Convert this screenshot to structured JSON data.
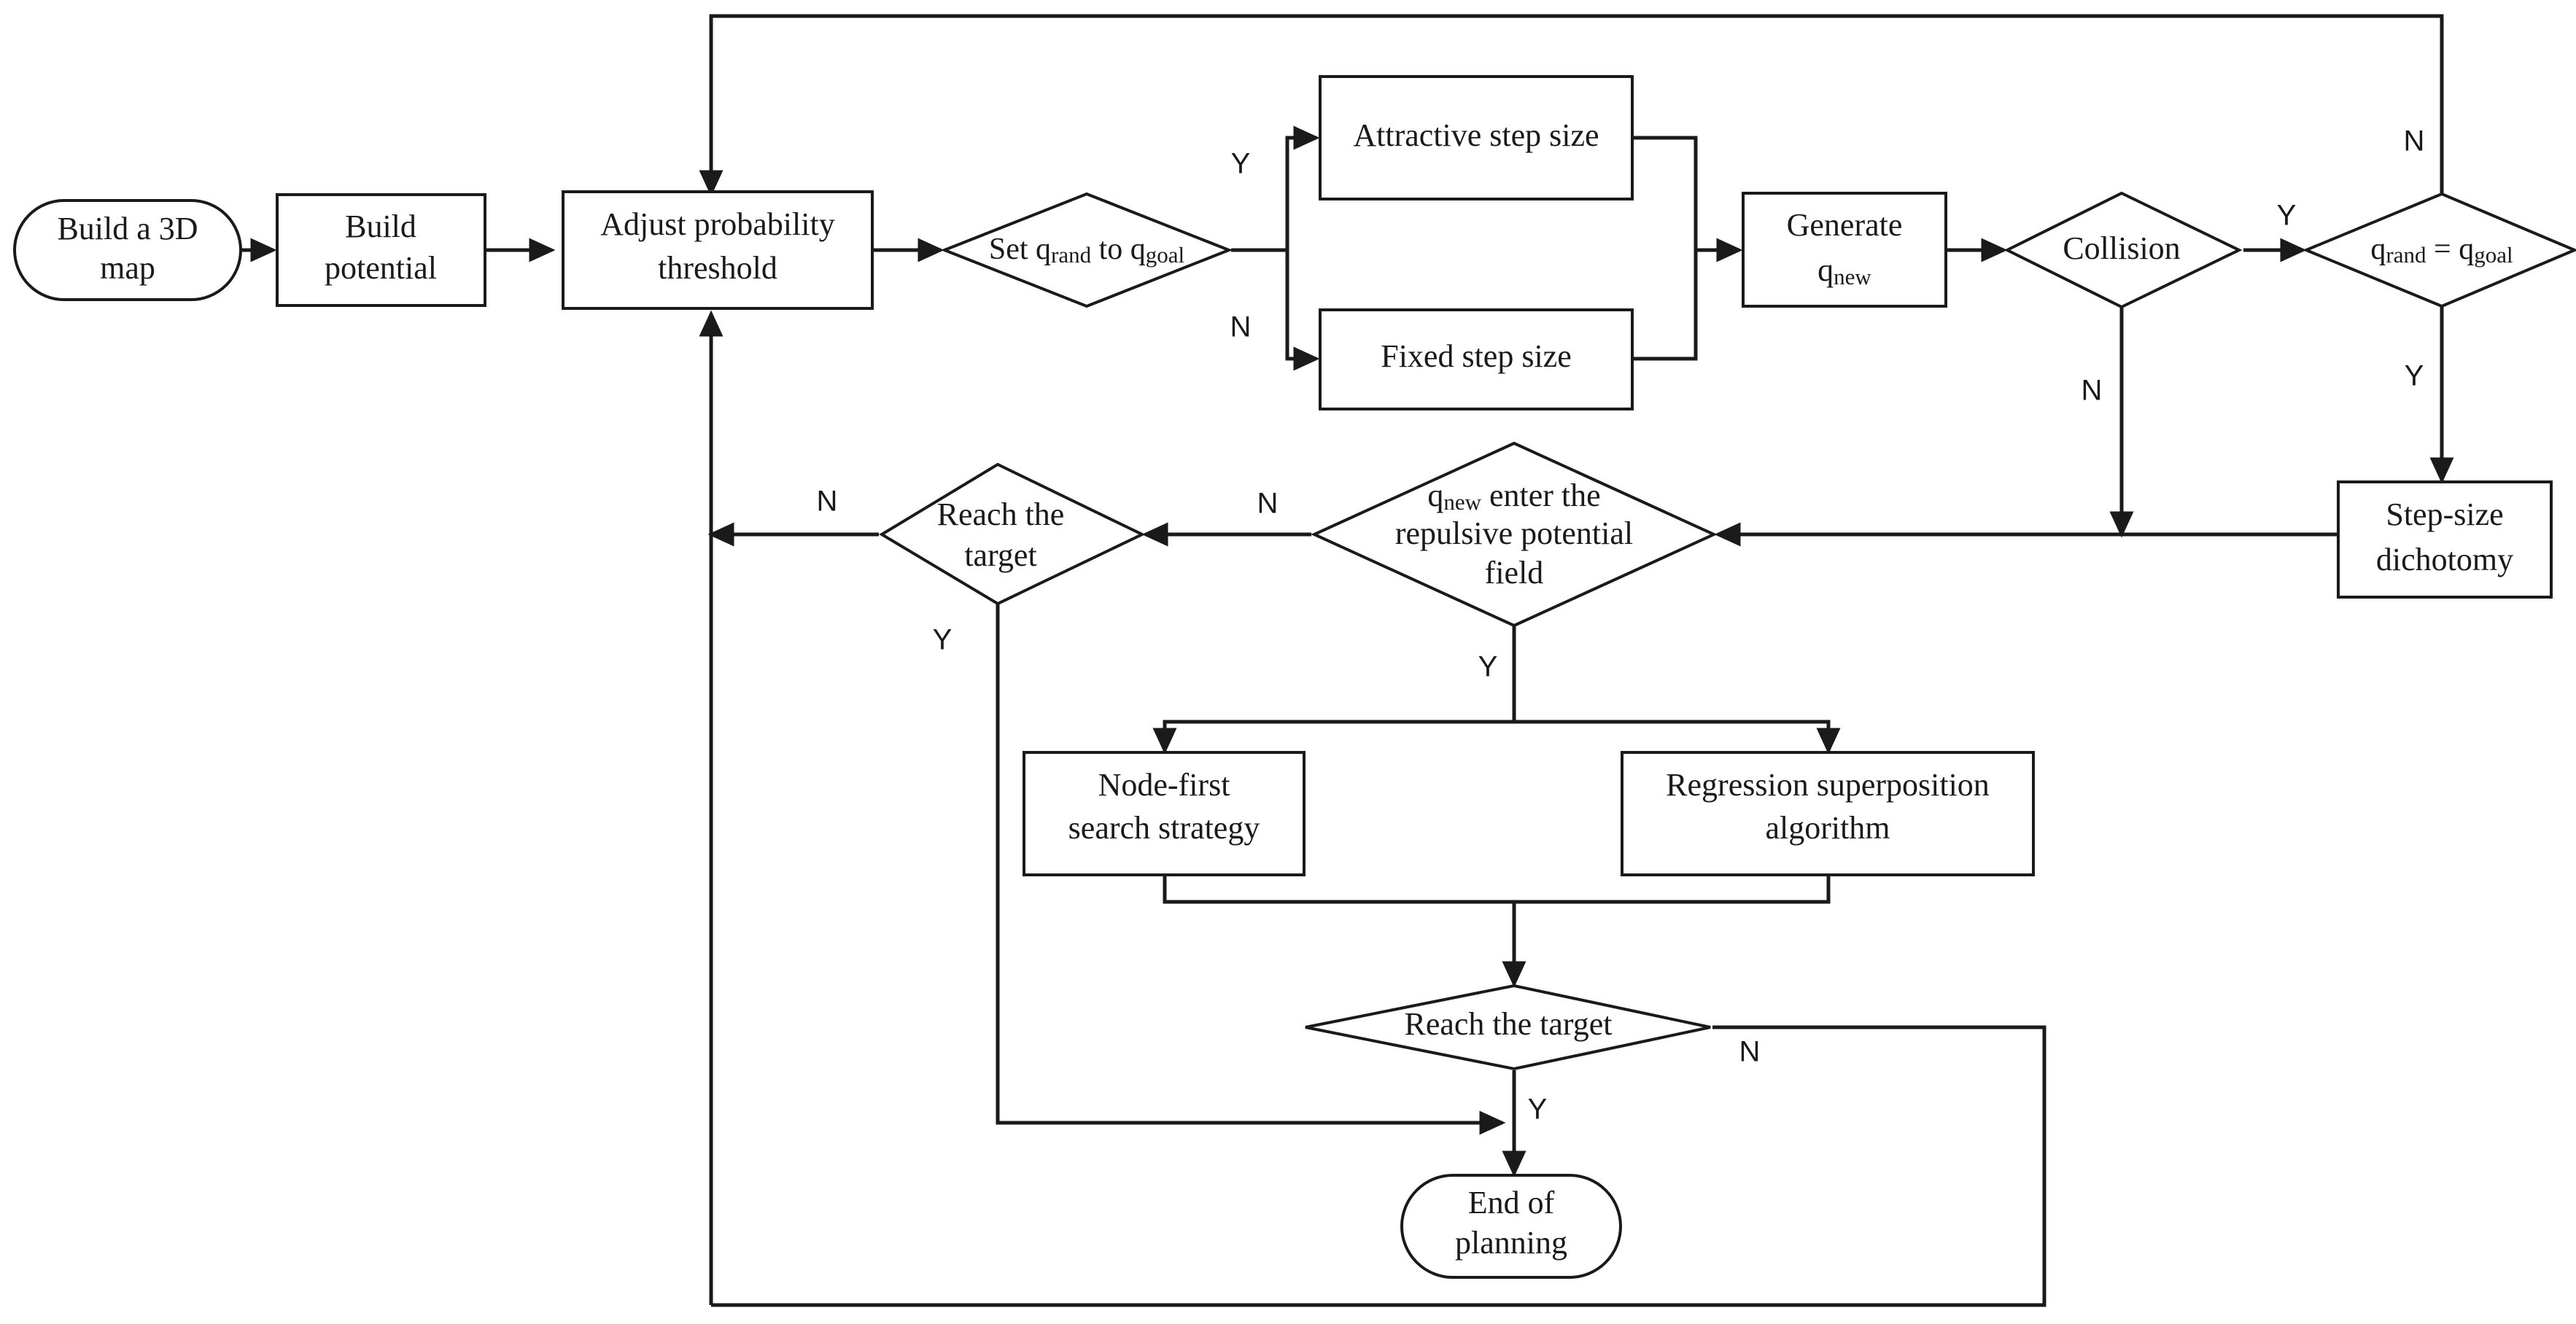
{
  "diagram": {
    "type": "flowchart",
    "title": "Improved RRT path planning flowchart",
    "background_color": "#ffffff",
    "line_color": "#1a1a1a",
    "nodes": [
      {
        "id": "start",
        "shape": "terminator",
        "lines": [
          "Build a 3D",
          "map"
        ]
      },
      {
        "id": "build_potential",
        "shape": "process",
        "lines": [
          "Build",
          "potential"
        ]
      },
      {
        "id": "adjust_threshold",
        "shape": "process",
        "lines": [
          "Adjust probability",
          "threshold"
        ]
      },
      {
        "id": "set_qrand",
        "shape": "decision",
        "lines": [
          "Set q",
          "rand",
          " to q",
          "goal"
        ],
        "text": "Set qrand to qgoal"
      },
      {
        "id": "attractive_step",
        "shape": "process",
        "lines": [
          "Attractive step size"
        ]
      },
      {
        "id": "fixed_step",
        "shape": "process",
        "lines": [
          "Fixed step size"
        ]
      },
      {
        "id": "generate_qnew",
        "shape": "process",
        "lines": [
          "Generate",
          "qnew"
        ],
        "text": "Generate qnew"
      },
      {
        "id": "collision",
        "shape": "decision",
        "lines": [
          "Collision"
        ]
      },
      {
        "id": "qrand_eq_qgoal",
        "shape": "decision",
        "lines": [
          "qrand = qgoal"
        ],
        "text": "qrand = qgoal"
      },
      {
        "id": "step_dichotomy",
        "shape": "process",
        "lines": [
          "Step-size",
          "dichotomy"
        ]
      },
      {
        "id": "qnew_repulsive",
        "shape": "decision",
        "lines": [
          "qnew enter the",
          "repulsive potential",
          "field"
        ],
        "text": "qnew enter the repulsive potential field"
      },
      {
        "id": "reach_target_1",
        "shape": "decision",
        "lines": [
          "Reach the",
          "target"
        ]
      },
      {
        "id": "node_first",
        "shape": "process",
        "lines": [
          "Node-first",
          "search strategy"
        ]
      },
      {
        "id": "regression",
        "shape": "process",
        "lines": [
          "Regression superposition",
          "algorithm"
        ]
      },
      {
        "id": "reach_target_2",
        "shape": "decision",
        "lines": [
          "Reach the target"
        ]
      },
      {
        "id": "end",
        "shape": "terminator",
        "lines": [
          "End of",
          "planning"
        ]
      }
    ],
    "edge_labels": [
      {
        "id": "set_qrand_yes",
        "text": "Y"
      },
      {
        "id": "set_qrand_no",
        "text": "N"
      },
      {
        "id": "collision_yes",
        "text": "Y"
      },
      {
        "id": "collision_no",
        "text": "N"
      },
      {
        "id": "qrand_eq_no",
        "text": "N"
      },
      {
        "id": "qrand_eq_yes",
        "text": "Y"
      },
      {
        "id": "repulsive_no",
        "text": "N"
      },
      {
        "id": "repulsive_yes",
        "text": "Y"
      },
      {
        "id": "reach1_no",
        "text": "N"
      },
      {
        "id": "reach1_yes",
        "text": "Y"
      },
      {
        "id": "reach2_yes",
        "text": "Y"
      },
      {
        "id": "reach2_no",
        "text": "N"
      }
    ],
    "labels": {
      "start_l1": "Build a 3D",
      "start_l2": "map",
      "build_potential_l1": "Build",
      "build_potential_l2": "potential",
      "adjust_l1": "Adjust probability",
      "adjust_l2": "threshold",
      "set_qrand_pre": "Set q",
      "set_qrand_sub1": "rand",
      "set_qrand_mid": " to q",
      "set_qrand_sub2": "goal",
      "attractive_step": "Attractive step size",
      "fixed_step": "Fixed step size",
      "generate_l1": "Generate",
      "generate_l2_pre": "q",
      "generate_l2_sub": "new",
      "collision": "Collision",
      "qeq_pre": "q",
      "qeq_sub1": "rand",
      "qeq_mid": " = q",
      "qeq_sub2": "goal",
      "dichotomy_l1": "Step-size",
      "dichotomy_l2": "dichotomy",
      "repulsive_l1_pre": "q",
      "repulsive_l1_sub": "new",
      "repulsive_l1_post": " enter the",
      "repulsive_l2": "repulsive potential",
      "repulsive_l3": "field",
      "reach1_l1": "Reach the",
      "reach1_l2": "target",
      "nodefirst_l1": "Node-first",
      "nodefirst_l2": "search strategy",
      "regression_l1": "Regression superposition",
      "regression_l2": "algorithm",
      "reach2": "Reach the target",
      "end_l1": "End of",
      "end_l2": "planning",
      "y1": "Y",
      "n1": "N",
      "y2": "Y",
      "n2": "N",
      "n3": "N",
      "y3": "Y",
      "n4": "N",
      "y4": "Y",
      "n5": "N",
      "y5": "Y",
      "y6": "Y",
      "n6": "N"
    }
  }
}
